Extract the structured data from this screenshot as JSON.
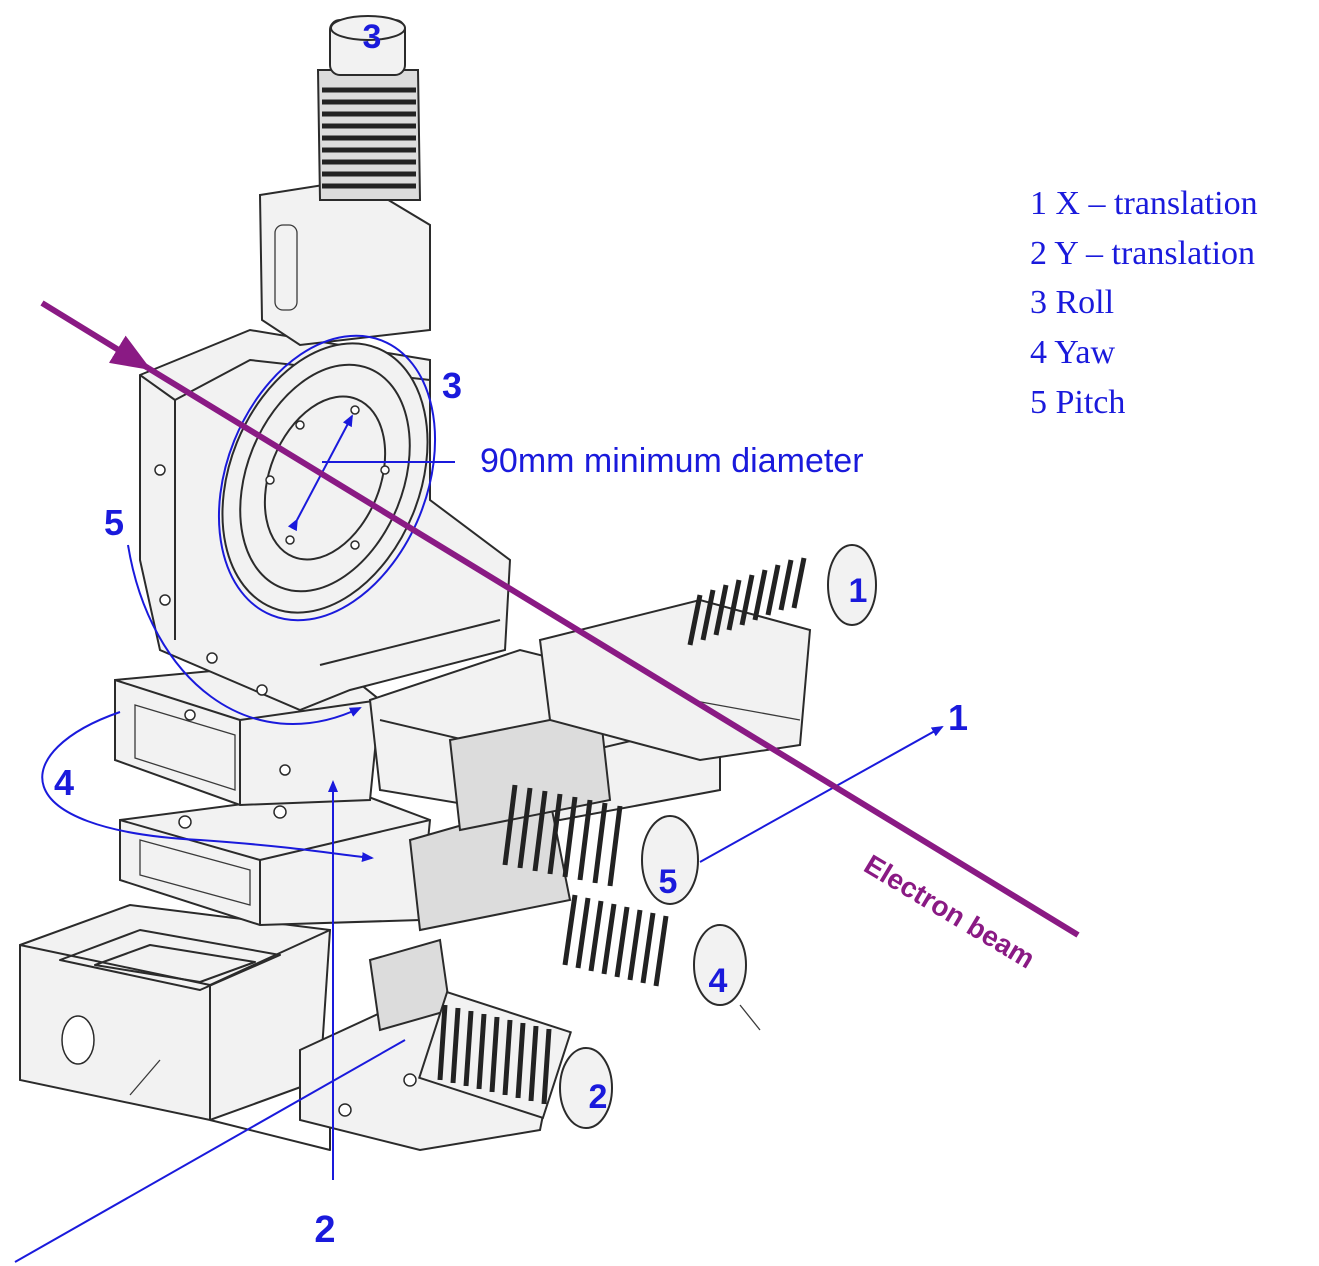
{
  "legend": {
    "items": [
      "1 X – translation",
      "2 Y – translation",
      "3 Roll",
      "4 Yaw",
      "5 Pitch"
    ]
  },
  "annotations": {
    "diameter": "90mm minimum diameter",
    "beam": "Electron beam"
  },
  "labels": {
    "roll_top_knob": "3",
    "roll_axis": "3",
    "pitch_axis": "5",
    "yaw_axis": "4",
    "x_knob": "1",
    "x_axis": "1",
    "pitch_knob": "5",
    "yaw_knob": "4",
    "y_knob": "2",
    "y_axis": "2"
  },
  "colors": {
    "annotation_blue": "#1a1adc",
    "beam_purple": "#8a1a84",
    "drawing_ink": "#2b2b2b"
  }
}
